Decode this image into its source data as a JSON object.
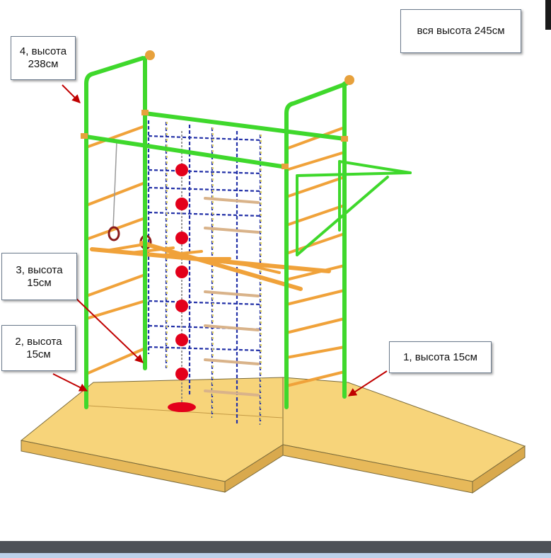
{
  "callouts": {
    "total_height": "вся высота 245см",
    "label_4_line1": "4, высота",
    "label_4_line2": "238см",
    "label_3_line1": "3, высота",
    "label_3_line2": "15см",
    "label_2_line1": "2, высота",
    "label_2_line2": "15см",
    "label_1": "1, высота 15см"
  },
  "colors": {
    "frame": "#3fd82c",
    "rung": "#f0a23a",
    "mat": "#f7d47a",
    "ball": "#e3001b",
    "arrow": "#c00000",
    "net_blue": "#2432a8",
    "net_yellow": "#e9d96a"
  }
}
